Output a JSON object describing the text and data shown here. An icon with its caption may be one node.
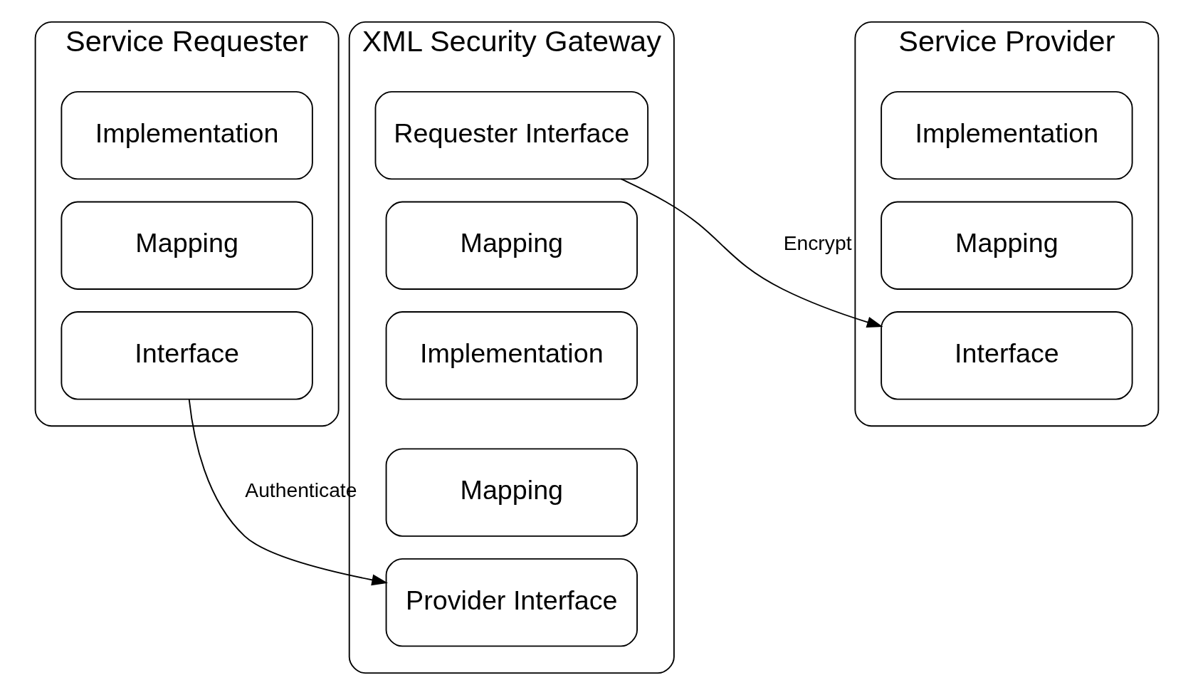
{
  "diagram": {
    "nodes": [
      {
        "text": [
          "Service Requester"
        ]
      },
      {
        "text": [
          "Implementation"
        ],
        "in": 0
      },
      {
        "text": [
          "Mapping"
        ],
        "in": 0
      },
      {
        "text": [
          "Interface"
        ],
        "in": 0
      },
      {
        "text": [
          "XML Security Gateway"
        ]
      },
      {
        "text": [
          "Requester Interface"
        ],
        "in": 4
      },
      {
        "text": [
          "Mapping"
        ],
        "in": 4
      },
      {
        "text": [
          "Implementation"
        ],
        "in": 4
      },
      {
        "text": [
          "Mapping"
        ],
        "in": 4
      },
      {
        "text": [
          "Provider Interface"
        ],
        "in": 4
      },
      {
        "text": [
          "Service Provider"
        ]
      },
      {
        "text": [
          "Implementation"
        ],
        "in": 10
      },
      {
        "text": [
          "Mapping"
        ],
        "in": 10
      },
      {
        "text": [
          "Interface"
        ],
        "in": 10
      }
    ],
    "edges": [
      {
        "from": 3,
        "to": 9,
        "arrow": "to",
        "label": "Authenticate"
      },
      {
        "from": 5,
        "to": 13,
        "arrow": "to",
        "label": "Encrypt"
      }
    ]
  }
}
